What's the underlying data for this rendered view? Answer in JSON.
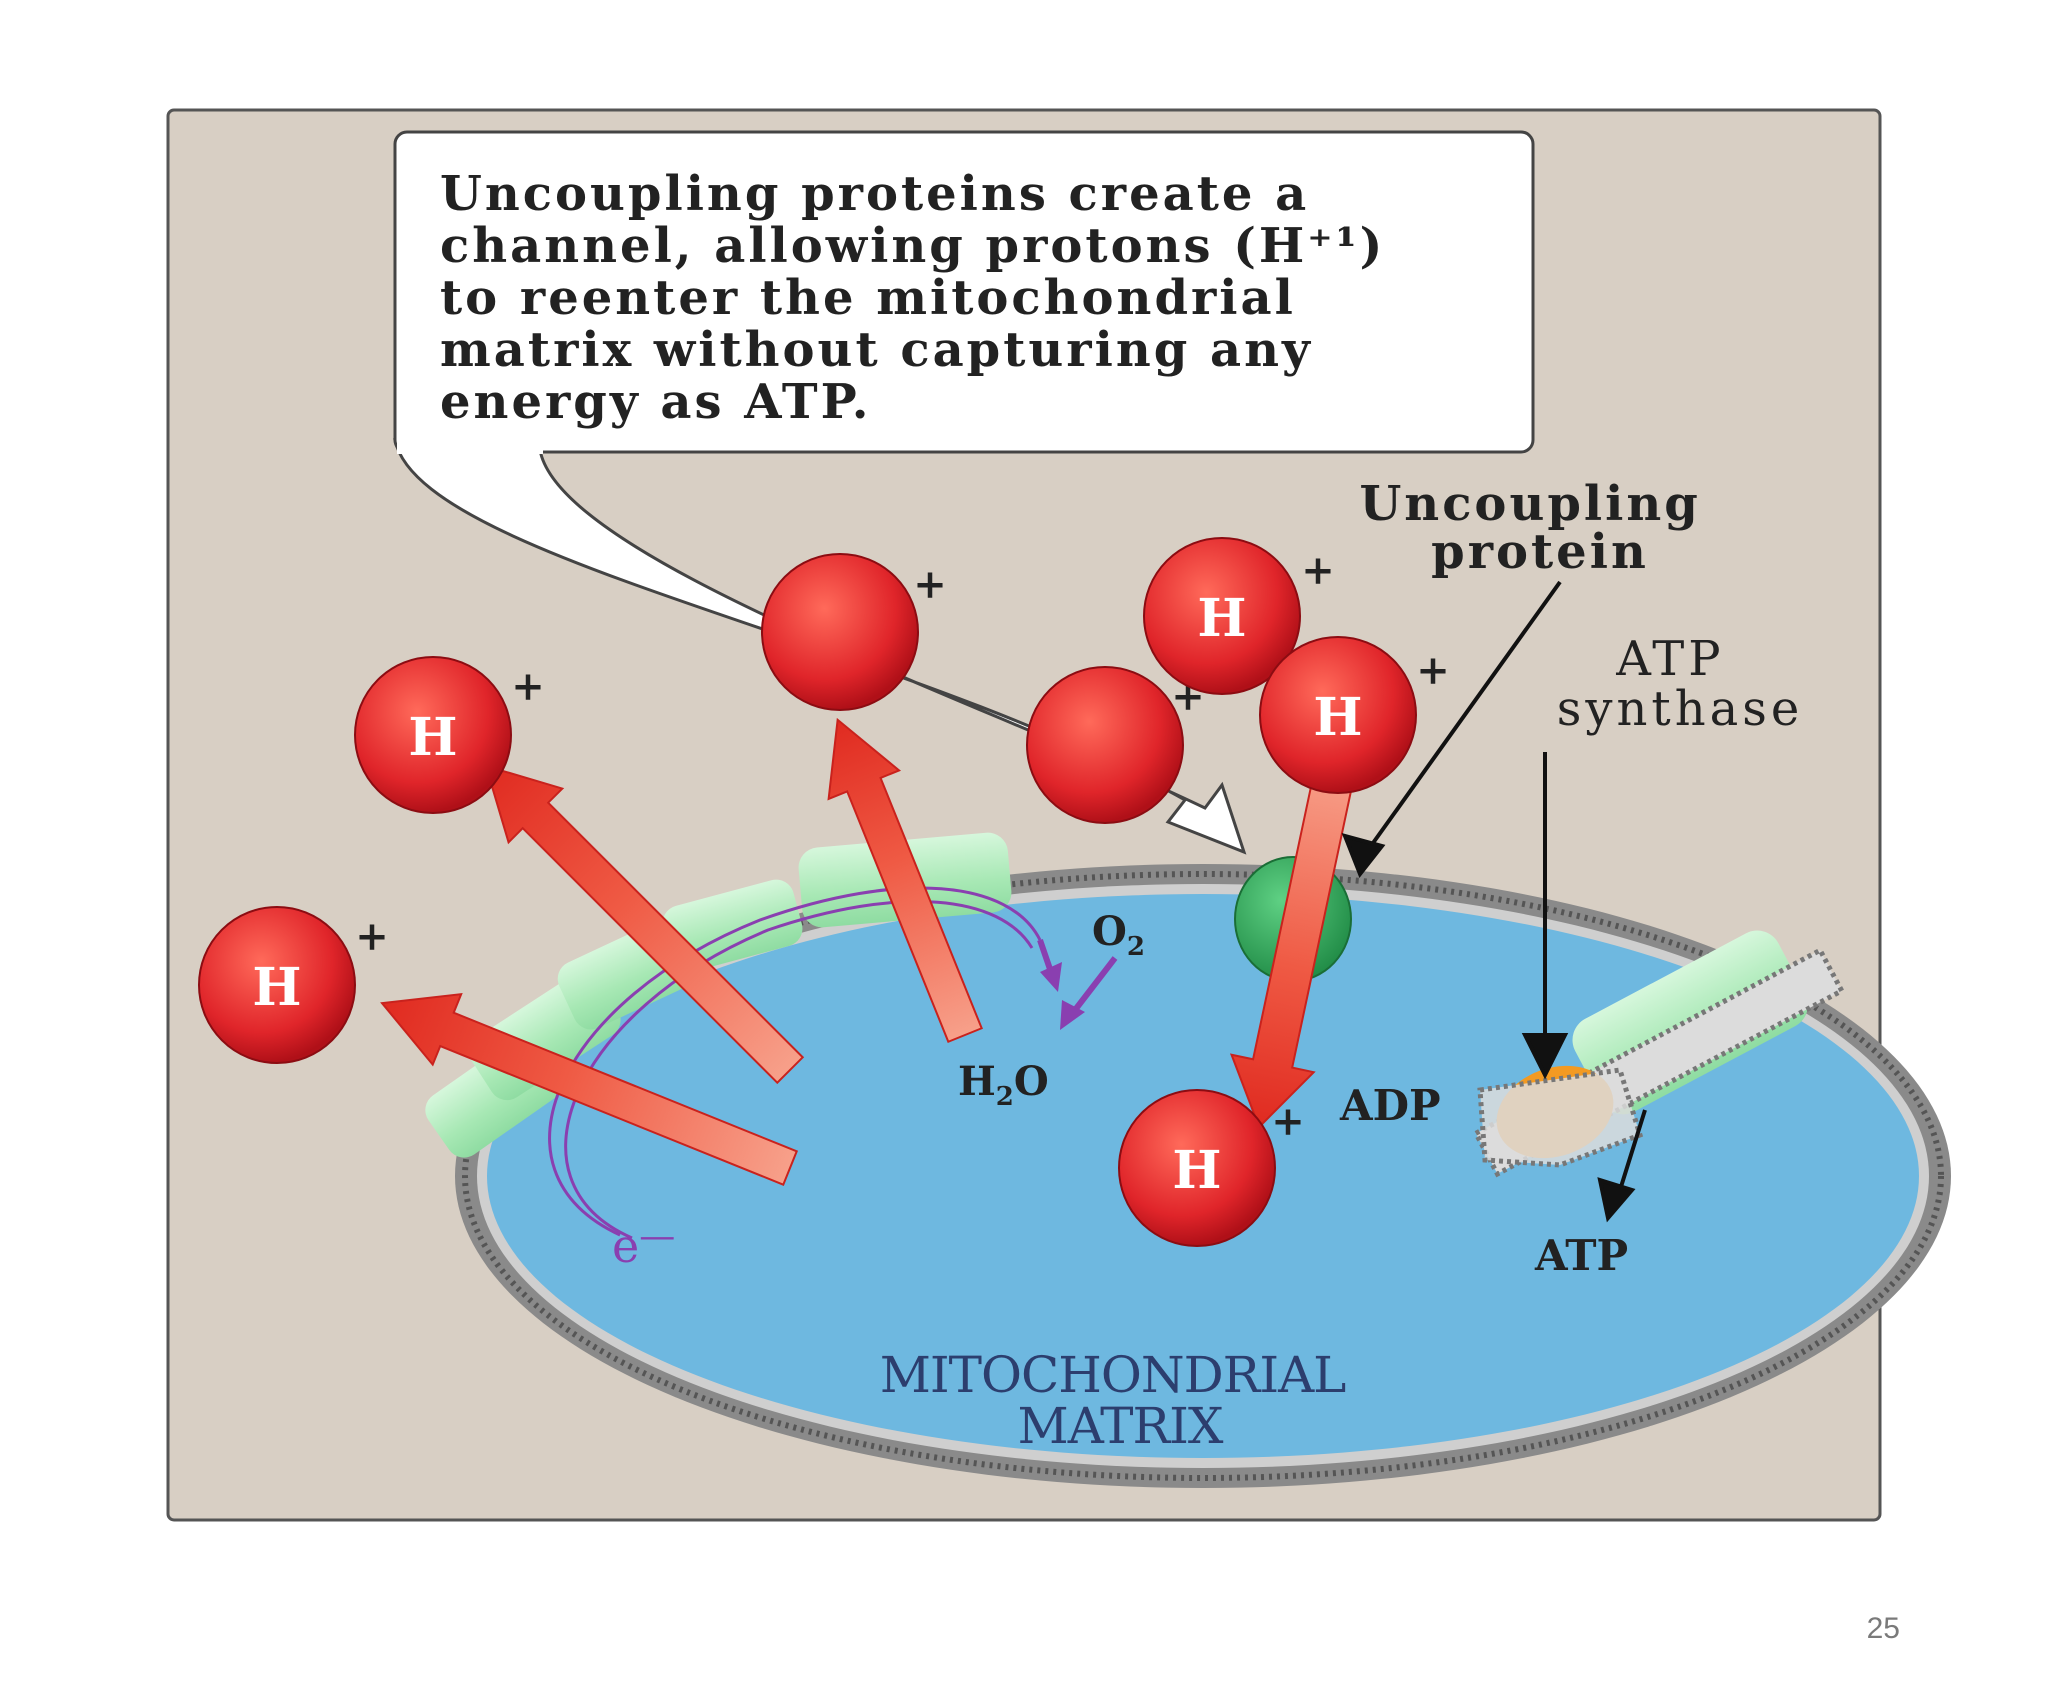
{
  "callout": {
    "lines": [
      "Uncoupling  proteins create a",
      "channel, allowing protons (H⁺¹)",
      "to reenter the mitochondrial",
      "matrix without capturing any",
      "energy as ATP."
    ]
  },
  "labels": {
    "uncoupling_protein": [
      "Uncoupling",
      "protein"
    ],
    "atp_synthase": [
      "ATP",
      "synthase"
    ],
    "o2": "O",
    "o2_sub": "2",
    "h2o_h": "H",
    "h2o_sub": "2",
    "h2o_o": "O",
    "adp": "ADP",
    "atp": "ATP",
    "electron": "e",
    "electron_sign": "—",
    "matrix": [
      "MITOCHONDRIAL",
      "MATRIX"
    ]
  },
  "proton": {
    "letter": "H",
    "charge": "+"
  },
  "slide": {
    "page_number": "25"
  },
  "colors": {
    "panel": "#d8cfc4",
    "matrix": "#6eb8e0",
    "proton": "#e0252a",
    "arrow": "#e8443a",
    "uncoupling_protein": "#2fa85a",
    "transport_chain": "#9fe3ae",
    "atp_synthase_head": "#f39a22",
    "electron_path": "#8a3fb0"
  }
}
